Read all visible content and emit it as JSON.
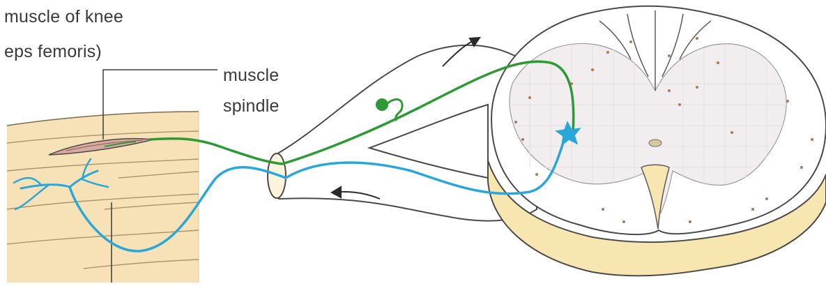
{
  "labels": {
    "muscle_title": "muscle of knee",
    "muscle_subtitle": "eps femoris)",
    "spindle_line1": "muscle",
    "spindle_line2": "spindle"
  },
  "colors": {
    "sensory_neuron": "#2e9a35",
    "motor_neuron": "#2aa7d8",
    "muscle_fill": "#f6e2b6",
    "muscle_lines": "#a89570",
    "spinal_cord_fill": "#ffffff",
    "gray_matter_fill": "#f2eef0",
    "cord_side": "#f7e6b0",
    "spindle_fill": "#d8a9a0",
    "outline": "#4a4a4a",
    "dots": "#b07850"
  }
}
